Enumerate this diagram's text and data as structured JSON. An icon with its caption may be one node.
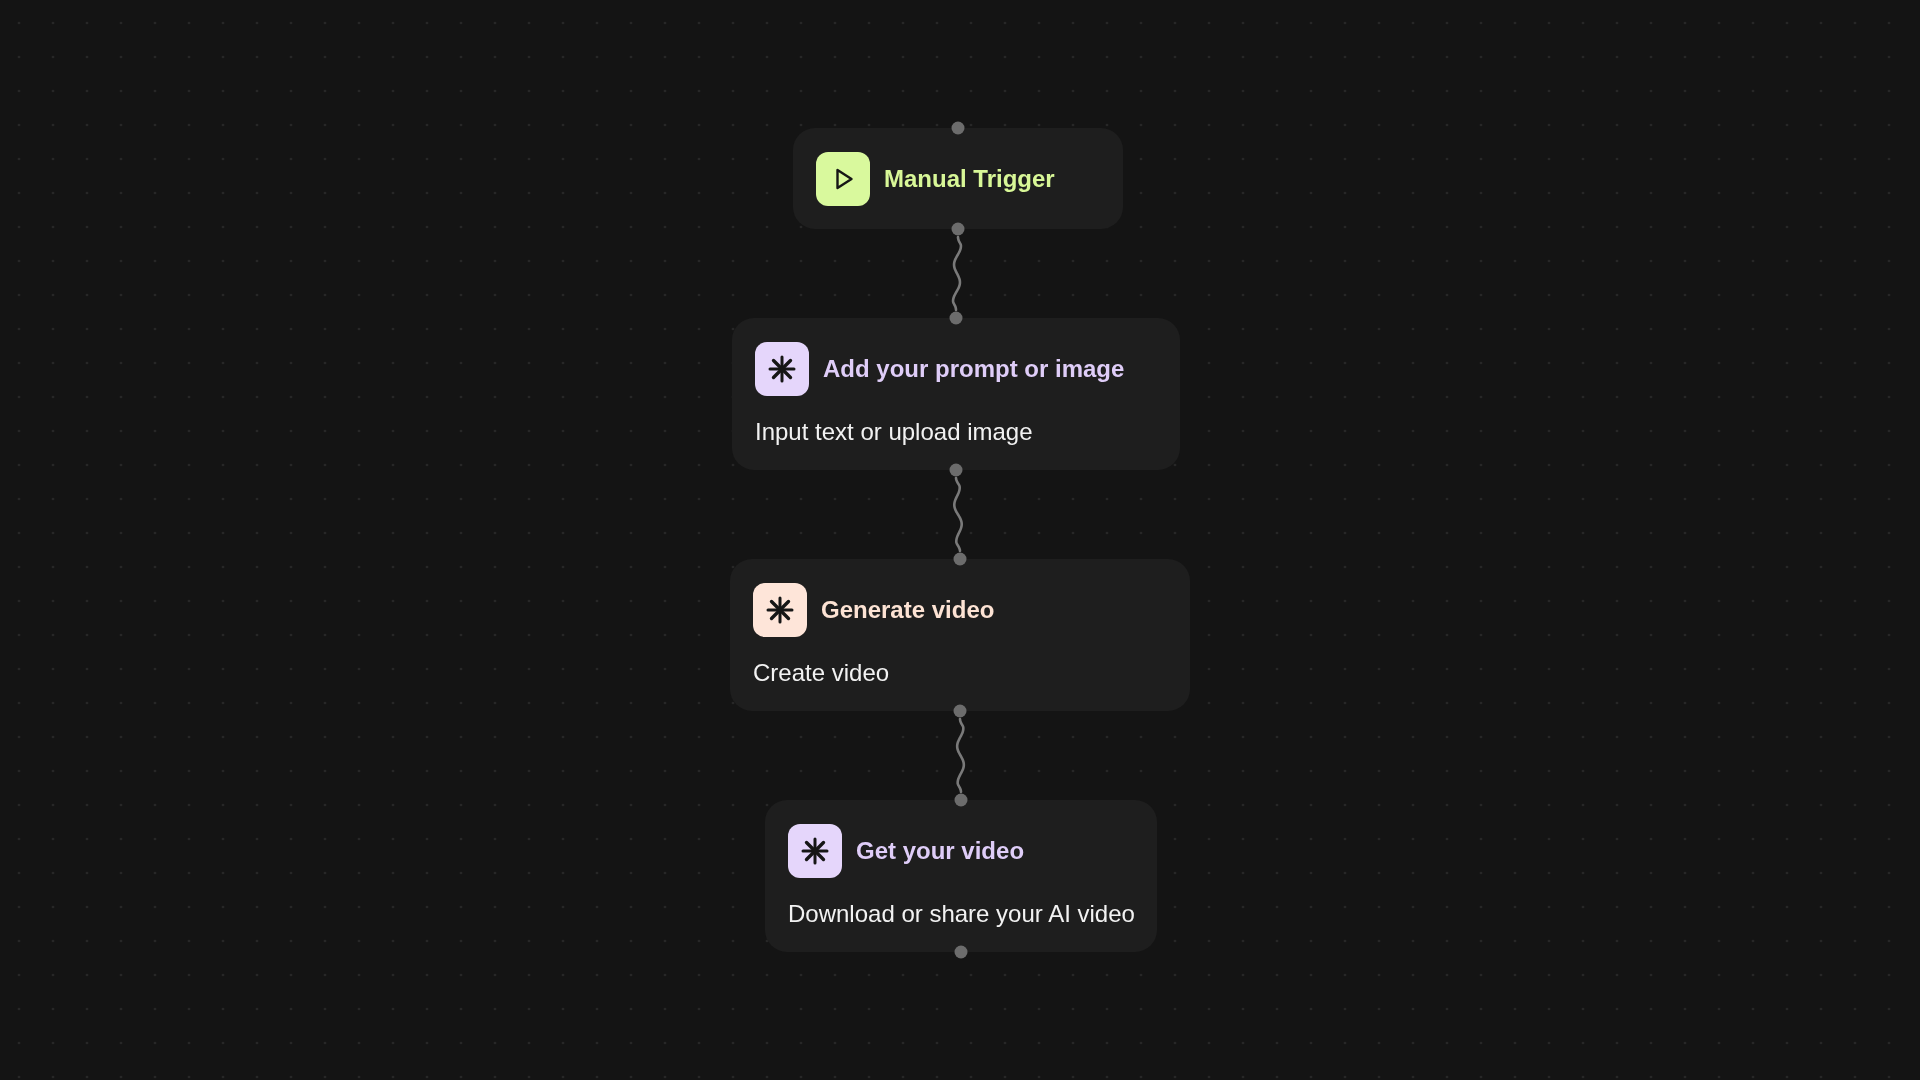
{
  "diagram": {
    "nodes": [
      {
        "text": [
          "Manual Trigger"
        ]
      },
      {
        "text": [
          "Add your prompt or image",
          "Input text or upload image"
        ]
      },
      {
        "text": [
          "Generate video",
          "Create video"
        ]
      },
      {
        "text": [
          "Get your video",
          "Download or share your AI video"
        ]
      }
    ],
    "edges": [
      {
        "from": 0,
        "to": 1,
        "arrow": "none"
      },
      {
        "from": 1,
        "to": 2,
        "arrow": "none"
      },
      {
        "from": 2,
        "to": 3,
        "arrow": "none"
      }
    ]
  }
}
